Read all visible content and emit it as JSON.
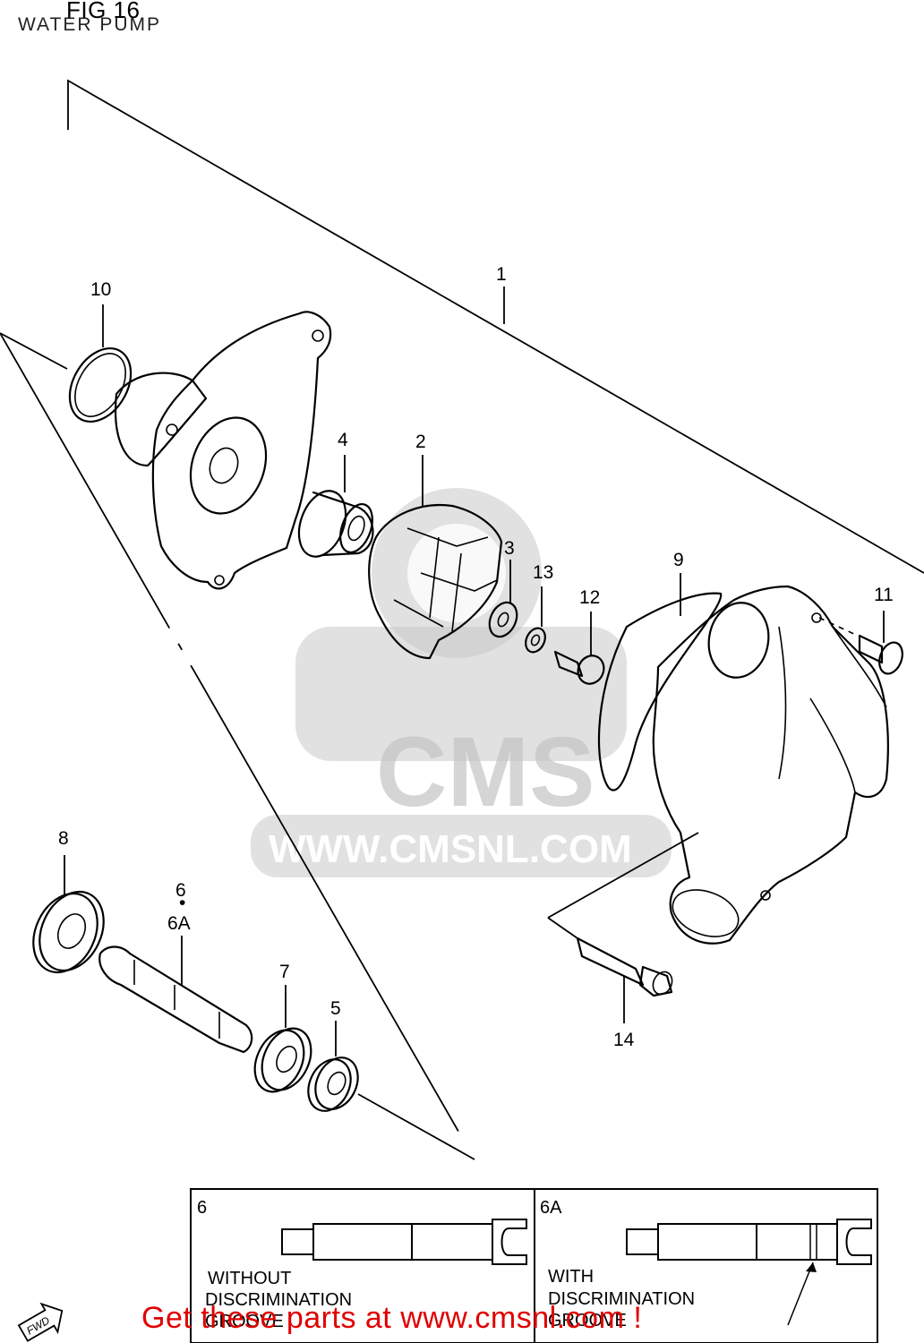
{
  "figure": {
    "title": "FIG 16",
    "subtitle": "WATER PUMP"
  },
  "callouts": [
    "1",
    "2",
    "3",
    "4",
    "5",
    "6",
    "6A",
    "7",
    "8",
    "9",
    "10",
    "11",
    "12",
    "13",
    "14"
  ],
  "callout_6_separator": "•",
  "inset": {
    "left": {
      "id": "6",
      "caption_line1": "WITHOUT",
      "caption_line2": "DISCRIMINATION",
      "caption_line3": "GROOVE"
    },
    "right": {
      "id": "6A",
      "caption_line1": "WITH",
      "caption_line2": "DISCRIMINATION",
      "caption_line3": "GROOVE"
    }
  },
  "fwd_badge": "FWD",
  "watermark": {
    "brand": "CMS",
    "url": "WWW.CMSNL.COM"
  },
  "promo_text": "Get these parts at www.cmsnl.com !"
}
